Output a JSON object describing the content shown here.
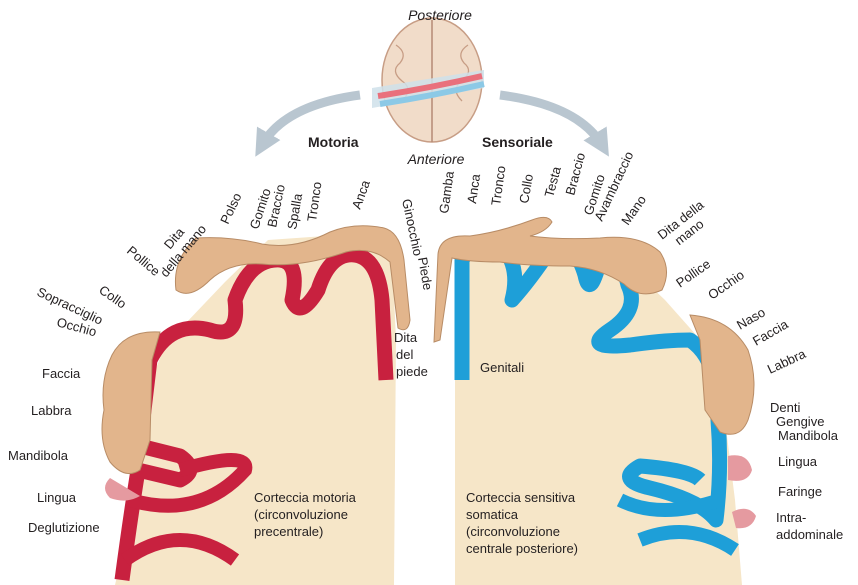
{
  "colors": {
    "motor_cortex": "#c8213f",
    "sensory_cortex": "#1e9fd8",
    "white_matter": "#f6e6c8",
    "skin": "#e2b58c",
    "arrow": "#b9c6d0"
  },
  "orientation": {
    "posterior": "Posteriore",
    "anterior": "Anteriore",
    "motor": "Motoria",
    "sensory": "Sensoriale"
  },
  "motor": {
    "caption": [
      "Corteccia motoria",
      "(circonvoluzione",
      "precentrale)"
    ],
    "labels": {
      "dita_mano": [
        "Dita",
        "della mano"
      ],
      "polso": "Polso",
      "gomito": "Gomito",
      "braccio": "Braccio",
      "spalla": "Spalla",
      "tronco": "Tronco",
      "anca": "Anca",
      "ginocchio": "Ginocchio",
      "piede": "Piede",
      "dita_piede": [
        "Dita",
        "del",
        "piede"
      ],
      "pollice": "Pollice",
      "collo": "Collo",
      "sopracciglio": "Sopracciglio",
      "occhio": "Occhio",
      "faccia": "Faccia",
      "labbra": "Labbra",
      "mandibola": "Mandibola",
      "lingua": "Lingua",
      "deglutizione": "Deglutizione"
    }
  },
  "sensory": {
    "caption": [
      "Corteccia sensitiva",
      "somatica",
      "(circonvoluzione",
      "centrale posteriore)"
    ],
    "labels": {
      "gamba": "Gamba",
      "anca": "Anca",
      "tronco": "Tronco",
      "collo": "Collo",
      "testa": "Testa",
      "braccio": "Braccio",
      "gomito": "Gomito",
      "avambraccio": "Avambraccio",
      "mano": "Mano",
      "dita_mano": [
        "Dita della",
        "mano"
      ],
      "pollice": "Pollice",
      "occhio": "Occhio",
      "naso": "Naso",
      "faccia": "Faccia",
      "labbra": "Labbra",
      "genitali": "Genitali",
      "denti": "Denti",
      "gengive": "Gengive",
      "mandibola": "Mandibola",
      "lingua": "Lingua",
      "faringe": "Faringe",
      "intra": [
        "Intra-",
        "addominale"
      ]
    }
  }
}
